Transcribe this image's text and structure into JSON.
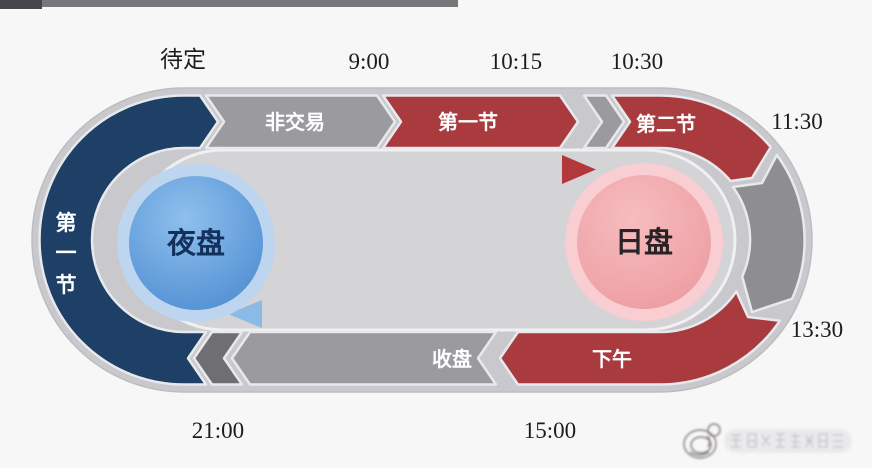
{
  "page": {
    "background": "#f8f7f8"
  },
  "cycle": {
    "time_labels": {
      "tbd": "待定",
      "t0900": "9:00",
      "t1015": "10:15",
      "t1030": "10:30",
      "t1130": "11:30",
      "t1330": "13:30",
      "t1500": "15:00",
      "t2100": "21:00"
    },
    "segments": {
      "night_session1": {
        "label": "第一节",
        "chars": [
          "第",
          "一",
          "节"
        ],
        "color": "#1e3f66"
      },
      "non_trading": {
        "label": "非交易",
        "color": "#9b9a9e"
      },
      "day_session1": {
        "label": "第一节",
        "color": "#a93a3e"
      },
      "interval": {
        "label": "",
        "color": "#9b9a9e"
      },
      "day_session2": {
        "label": "第二节",
        "color": "#a93a3e"
      },
      "lunch_break": {
        "label": "",
        "color": "#8e8e91"
      },
      "afternoon": {
        "label": "下午",
        "color": "#a93a3e"
      },
      "closing": {
        "label": "收盘",
        "color": "#9b9a9e"
      },
      "closing_chevron_color": "#6f6e71"
    },
    "nodes": {
      "night": {
        "label": "夜盘",
        "fill": "#5e9ad9",
        "ring": "#bdd5ef"
      },
      "day": {
        "label": "日盘",
        "fill": "#efa4a8",
        "ring": "#f8ced2"
      }
    },
    "arrows": {
      "top_direction": "right",
      "bottom_direction": "left",
      "red": "#b2383c",
      "blue": "#8abbe6"
    },
    "watermark": {
      "logo_icon": "sketch-doodle",
      "text_illegible": true
    }
  }
}
